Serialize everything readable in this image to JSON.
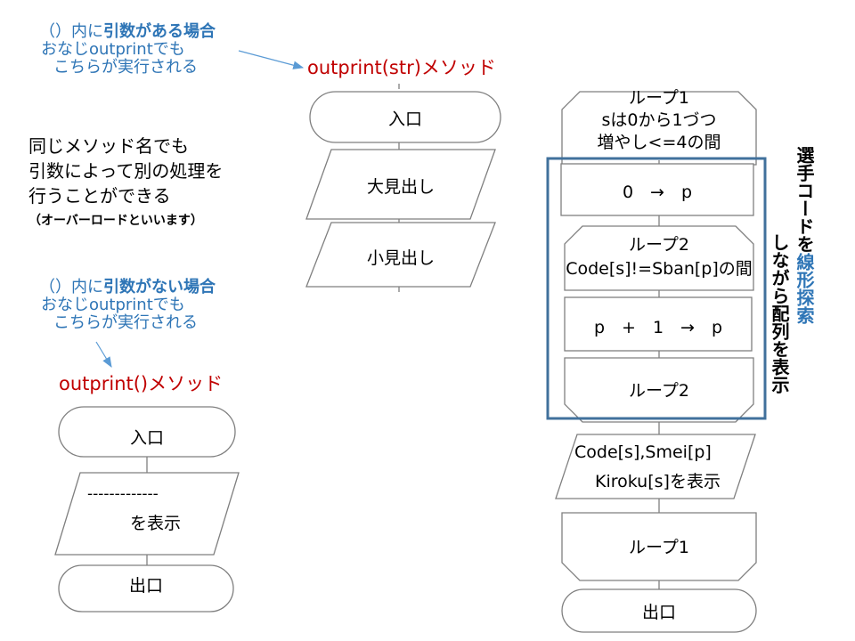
{
  "notes": {
    "with_args": {
      "part1": "（）内に",
      "part2": "引数がある場合",
      "line2": "おなじoutprintでも",
      "line3": "こちらが実行される"
    },
    "without_args": {
      "part1": "（）内に",
      "part2": "引数がない場合",
      "line2": "おなじoutprintでも",
      "line3": "こちらが実行される"
    },
    "overload": {
      "line1": "同じメソッド名でも",
      "line2": "引数によって別の処理を",
      "line3": "行うことができる",
      "line4": "（オーバーロードといいます）"
    }
  },
  "flow_str": {
    "title": "outprint(str)メソッド",
    "entry": "入口",
    "step1": "大見出し",
    "step2": "小見出し"
  },
  "flow_noarg": {
    "title": "outprint()メソッド",
    "entry": "入口",
    "output_line1": "-------------",
    "output_line2": "を表示",
    "exit": "出口"
  },
  "flow_main": {
    "loop1_start": [
      "ループ1",
      "sは0から1づつ",
      "増やし<=4の間"
    ],
    "assign": "0　→　p",
    "loop2_start": [
      "ループ2",
      "Code[s]!=Sban[p]の間"
    ],
    "increment": "p　+　1　→　p",
    "loop2_end": "ループ2",
    "output_line1": "Code[s],Smei[p]",
    "output_line2": "Kiroku[s]を表示",
    "loop1_end": "ループ1",
    "exit": "出口"
  },
  "side_label": {
    "col1_a": "選手コードを",
    "col1_b": "線形探索",
    "col2": "しながら配列を表示"
  },
  "colors": {
    "blue_note": "#2e75b6",
    "red_title": "#c00000",
    "box_border": "#41719c",
    "shape_border": "#7f7f7f"
  }
}
